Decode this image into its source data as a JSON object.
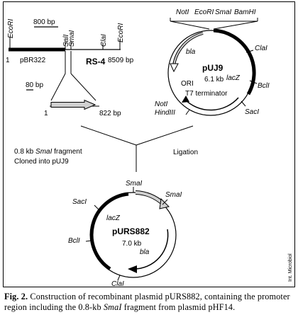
{
  "rs4": {
    "name": "RS-4",
    "vector": "pBR322",
    "scale": "800 bp",
    "start": "1",
    "end": "8509 bp",
    "sites": [
      "EcoRI",
      "SalI",
      "SmaI",
      "ClaI",
      "EcoRI"
    ]
  },
  "fragment": {
    "scale": "80 bp",
    "start": "1",
    "end": "822 bp"
  },
  "puj9": {
    "name": "pUJ9",
    "size": "6.1 kb",
    "mcs": [
      "NotI",
      "EcoRI",
      "SmaI",
      "BamHI"
    ],
    "features": {
      "bla": "bla",
      "lacz": "lacZ",
      "ori": "ORI",
      "t7": "T7 terminator"
    },
    "sites": [
      "ClaI",
      "BclI",
      "SacI",
      "NotI",
      "HindIII"
    ]
  },
  "steps": {
    "line1_a": "0.8 kb ",
    "line1_b": "SmaI",
    "line1_c": " fragment",
    "line2": "Cloned into pUJ9",
    "ligation": "Ligation"
  },
  "purs882": {
    "name": "pURS882",
    "size": "7.0 kb",
    "features": {
      "lacz": "lacZ",
      "bla": "bla"
    },
    "sites": [
      "SmaI",
      "SmaI",
      "SacI",
      "BclI",
      "ClaI"
    ]
  },
  "watermark": "Int. Microbiol",
  "caption": {
    "label": "Fig. 2.",
    "text_a": " Construction of recombinant plasmid pURS882, containing the promoter region including the 0.8-kb ",
    "text_b": "SmaI",
    "text_c": " fragment from plasmid pHF14."
  }
}
